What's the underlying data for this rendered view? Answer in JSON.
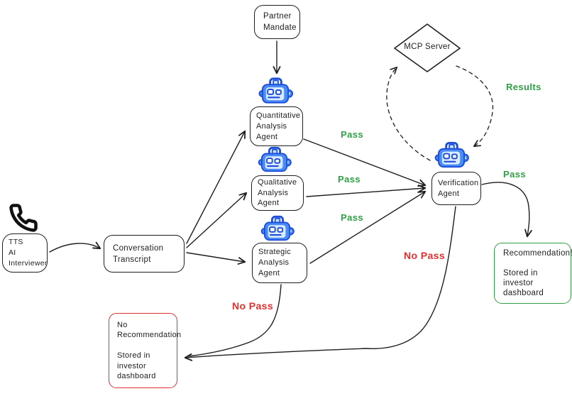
{
  "diagram": {
    "nodes": {
      "tts": {
        "lines": [
          "TTS",
          "AI",
          "Interviewer"
        ]
      },
      "conversation": {
        "lines": [
          "Conversation",
          "Transcript"
        ]
      },
      "partner": {
        "lines": [
          "Partner",
          "Mandate"
        ]
      },
      "quantitative": {
        "lines": [
          "Quantitative",
          "Analysis",
          "Agent"
        ]
      },
      "qualitative": {
        "lines": [
          "Qualitative",
          "Analysis",
          "Agent"
        ]
      },
      "strategic": {
        "lines": [
          "Strategic",
          "Analysis",
          "Agent"
        ]
      },
      "mcp": {
        "label": "MCP Server"
      },
      "verification": {
        "lines": [
          "Verification",
          "Agent"
        ]
      },
      "recommendation": {
        "lines": [
          "Recommendation!",
          "",
          "Stored in",
          "investor",
          "dashboard"
        ]
      },
      "no_recommendation": {
        "lines": [
          "No",
          "Recommendation",
          "",
          "Stored in",
          "investor",
          "dashboard"
        ]
      }
    },
    "labels": {
      "pass_quantitative": "Pass",
      "pass_qualitative": "Pass",
      "pass_strategic": "Pass",
      "pass_verification": "Pass",
      "no_pass_strategic": "No Pass",
      "no_pass_verification": "No Pass",
      "results": "Results"
    },
    "icons": {
      "tts": "phone-icon",
      "agents": "robot-icon"
    },
    "colors": {
      "stroke": "#1e1e1e",
      "pass_green": "#2f9e44",
      "no_pass_red": "#e03131",
      "recommendation_border": "#2f9e44",
      "no_recommendation_border": "#e03131",
      "robot_blue": "#4a8cf7",
      "robot_dark_blue": "#1d4ed8",
      "robot_light_blue": "#dbeafe"
    }
  }
}
